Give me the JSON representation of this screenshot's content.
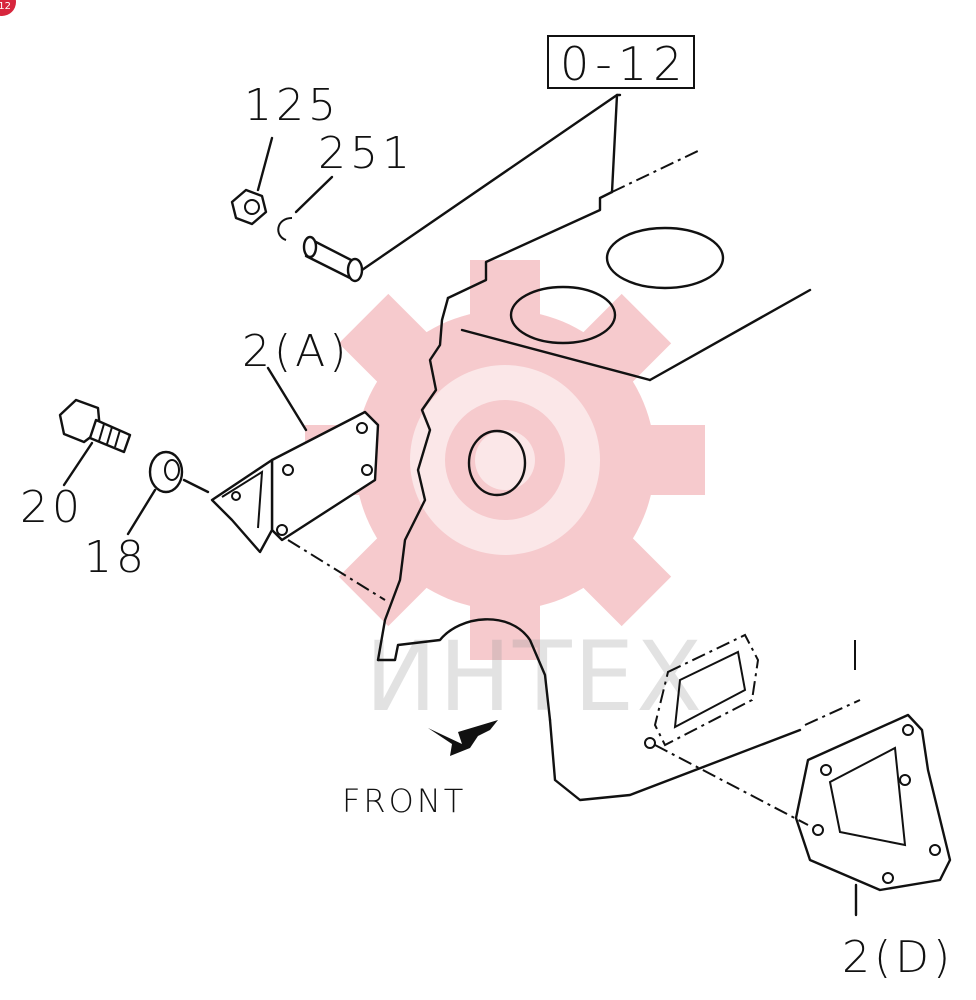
{
  "corner_badge": "12",
  "ref_box": "0-12",
  "labels": {
    "p125": "125",
    "p251": "251",
    "p2a": "2(A)",
    "p20": "20",
    "p18": "18",
    "p2d": "2(D)",
    "front": "FRONT"
  },
  "watermark": "ИНТЕХ",
  "colors": {
    "watermark_gear": "#f3b4b8",
    "line": "#111111",
    "badge": "#d7263d"
  }
}
